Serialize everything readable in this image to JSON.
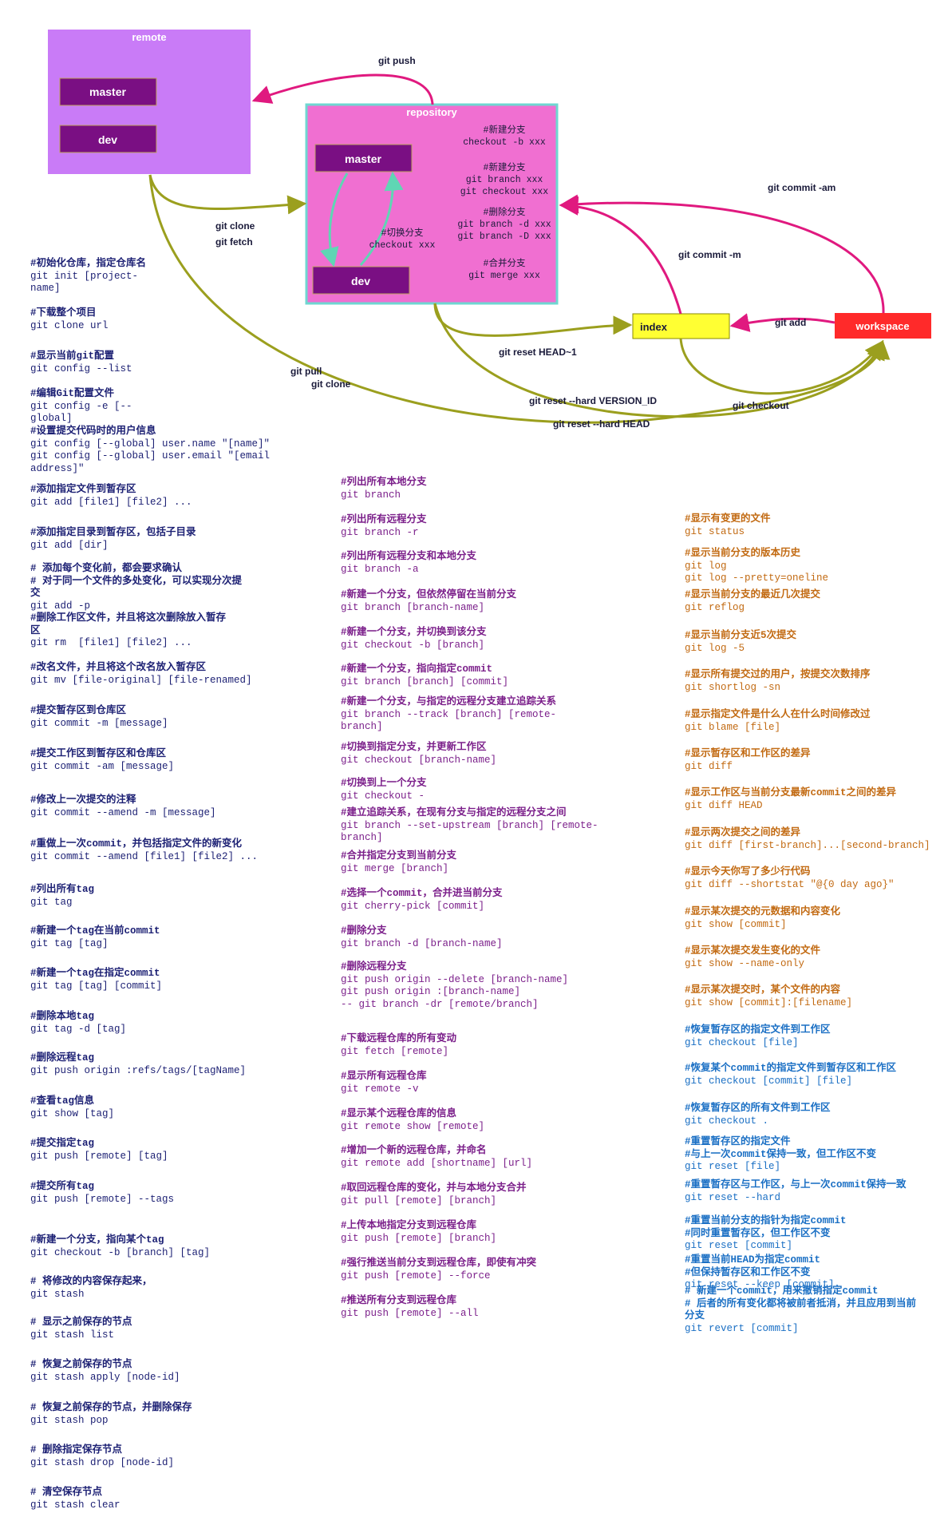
{
  "colors": {
    "remote": "#c97bf7",
    "repository": "#f06fd1",
    "repository_border": "#6fd7d1",
    "branch_box": "#7a0f83",
    "index": "#ffff33",
    "workspace": "#ff2a2a",
    "magenta_arrow": "#e0197f",
    "olive_arrow": "#9b9f1e",
    "teal_arrow": "#5fd6b4"
  },
  "diagram": {
    "remote": {
      "title": "remote",
      "branches": [
        "master",
        "dev"
      ]
    },
    "repository": {
      "title": "repository",
      "branches": [
        "master",
        "dev"
      ],
      "switch_note": [
        "#切换分支",
        "checkout xxx"
      ],
      "notes": [
        [
          "#新建分支",
          "checkout -b xxx"
        ],
        [
          "#新建分支",
          "git branch xxx",
          "git checkout xxx"
        ],
        [
          "#删除分支",
          "git branch -d xxx",
          "git branch -D xxx"
        ],
        [
          "#合并分支",
          "git merge xxx"
        ]
      ]
    },
    "index": "index",
    "workspace": "workspace",
    "arrows": {
      "push": "git push",
      "clone": "git clone",
      "fetch": "git fetch",
      "commit_am": "git commit -am",
      "commit_m": "git commit -m",
      "add": "git add",
      "reset_head1": "git reset HEAD~1",
      "pull": "git pull",
      "clone2": "git clone",
      "reset_version": "git reset  --hard VERSION_ID",
      "reset_head": "git reset  --hard HEAD",
      "checkout": "git checkout"
    }
  },
  "columns": {
    "col1": [
      [
        "#初始化仓库，指定仓库名",
        "git init [project-\nname]"
      ],
      [
        "#下载整个项目",
        "git clone url"
      ],
      [
        "#显示当前git配置",
        "git config --list"
      ],
      [
        "#编辑Git配置文件",
        "git config -e [--\nglobal]"
      ],
      [
        "#设置提交代码时的用户信息",
        "git config [--global] user.name \"[name]\"\ngit config [--global] user.email \"[email\naddress]\""
      ],
      [
        "#添加指定文件到暂存区",
        "git add [file1] [file2] ..."
      ],
      [
        "#添加指定目录到暂存区，包括子目录",
        "git add [dir]"
      ],
      [
        "# 添加每个变化前，都会要求确认\n# 对于同一个文件的多处变化，可以实现分次提\n交",
        "git add -p"
      ],
      [
        "#删除工作区文件，并且将这次删除放入暂存\n区",
        "git rm  [file1] [file2] ..."
      ],
      [
        "#改名文件，并且将这个改名放入暂存区",
        "git mv [file-original] [file-renamed]"
      ],
      [
        "#提交暂存区到仓库区",
        "git commit -m [message]"
      ],
      [
        "#提交工作区到暂存区和仓库区",
        "git commit -am [message]"
      ],
      [
        "#修改上一次提交的注释",
        "git commit --amend -m [message]"
      ],
      [
        "#重做上一次commit，并包括指定文件的新变化",
        "git commit --amend [file1] [file2] ..."
      ],
      [
        "#列出所有tag",
        "git tag"
      ],
      [
        "#新建一个tag在当前commit",
        "git tag [tag]"
      ],
      [
        "#新建一个tag在指定commit",
        "git tag [tag] [commit]"
      ],
      [
        "#删除本地tag",
        "git tag -d [tag]"
      ],
      [
        "#删除远程tag",
        "git push origin :refs/tags/[tagName]"
      ],
      [
        "#查看tag信息",
        "git show [tag]"
      ],
      [
        "#提交指定tag",
        "git push [remote] [tag]"
      ],
      [
        "#提交所有tag",
        "git push [remote] --tags"
      ],
      [
        "#新建一个分支，指向某个tag",
        "git checkout -b [branch] [tag]"
      ],
      [
        "# 将修改的内容保存起来，",
        "git stash"
      ],
      [
        "# 显示之前保存的节点",
        "git stash list"
      ],
      [
        "# 恢复之前保存的节点",
        "git stash apply [node-id]"
      ],
      [
        "# 恢复之前保存的节点，并删除保存",
        "git stash pop"
      ],
      [
        "# 删除指定保存节点",
        "git stash drop [node-id]"
      ],
      [
        "# 清空保存节点",
        "git stash clear"
      ]
    ],
    "col2": [
      [
        "#列出所有本地分支",
        "git branch"
      ],
      [
        "#列出所有远程分支",
        "git branch -r"
      ],
      [
        "#列出所有远程分支和本地分支",
        "git branch -a"
      ],
      [
        "#新建一个分支，但依然停留在当前分支",
        "git branch [branch-name]"
      ],
      [
        "#新建一个分支，并切换到该分支",
        "git checkout -b [branch]"
      ],
      [
        "#新建一个分支，指向指定commit",
        "git branch [branch] [commit]"
      ],
      [
        "#新建一个分支，与指定的远程分支建立追踪关系",
        "git branch --track [branch] [remote-\nbranch]"
      ],
      [
        "#切换到指定分支，并更新工作区",
        "git checkout [branch-name]"
      ],
      [
        "#切换到上一个分支",
        "git checkout -"
      ],
      [
        "#建立追踪关系，在现有分支与指定的远程分支之间",
        "git branch --set-upstream [branch] [remote-\nbranch]"
      ],
      [
        "#合并指定分支到当前分支",
        "git merge [branch]"
      ],
      [
        "#选择一个commit，合并进当前分支",
        "git cherry-pick [commit]"
      ],
      [
        "#删除分支",
        "git branch -d [branch-name]"
      ],
      [
        "#删除远程分支",
        "git push origin --delete [branch-name]\ngit push origin :[branch-name]\n-- git branch -dr [remote/branch]"
      ],
      [
        "#下载远程仓库的所有变动",
        "git fetch [remote]"
      ],
      [
        "#显示所有远程仓库",
        "git remote -v"
      ],
      [
        "#显示某个远程仓库的信息",
        "git remote show [remote]"
      ],
      [
        "#增加一个新的远程仓库，并命名",
        "git remote add [shortname] [url]"
      ],
      [
        "#取回远程仓库的变化，并与本地分支合并",
        "git pull [remote] [branch]"
      ],
      [
        "#上传本地指定分支到远程仓库",
        "git push [remote] [branch]"
      ],
      [
        "#强行推送当前分支到远程仓库，即使有冲突",
        "git push [remote] --force"
      ],
      [
        "#推送所有分支到远程仓库",
        "git push [remote] --all"
      ]
    ],
    "col3_orange": [
      [
        "#显示有变更的文件",
        "git status"
      ],
      [
        "#显示当前分支的版本历史",
        "git log\ngit log --pretty=oneline"
      ],
      [
        "#显示当前分支的最近几次提交",
        "git reflog"
      ],
      [
        "#显示当前分支近5次提交",
        "git log -5"
      ],
      [
        "#显示所有提交过的用户，按提交次数排序",
        "git shortlog -sn"
      ],
      [
        "#显示指定文件是什么人在什么时间修改过",
        "git blame [file]"
      ],
      [
        "#显示暂存区和工作区的差异",
        "git diff"
      ],
      [
        "#显示工作区与当前分支最新commit之间的差异",
        "git diff HEAD"
      ],
      [
        "#显示两次提交之间的差异",
        "git diff [first-branch]...[second-branch]"
      ],
      [
        "#显示今天你写了多少行代码",
        "git diff --shortstat \"@{0 day ago}\""
      ],
      [
        "#显示某次提交的元数据和内容变化",
        "git show [commit]"
      ],
      [
        "#显示某次提交发生变化的文件",
        "git show --name-only"
      ],
      [
        "#显示某次提交时，某个文件的内容",
        "git show [commit]:[filename]"
      ]
    ],
    "col3_blue": [
      [
        "#恢复暂存区的指定文件到工作区",
        "git checkout [file]"
      ],
      [
        "#恢复某个commit的指定文件到暂存区和工作区",
        "git checkout [commit] [file]"
      ],
      [
        "#恢复暂存区的所有文件到工作区",
        "git checkout ."
      ],
      [
        "#重置暂存区的指定文件\n#与上一次commit保持一致，但工作区不变",
        "git reset [file]"
      ],
      [
        "#重置暂存区与工作区，与上一次commit保持一致",
        "git reset --hard"
      ],
      [
        "#重置当前分支的指针为指定commit\n#同时重置暂存区，但工作区不变",
        "git reset [commit]"
      ],
      [
        "#重置当前HEAD为指定commit\n#但保持暂存区和工作区不变",
        "git reset --keep [commit]"
      ],
      [
        "# 新建一个commit，用来撤销指定commit\n# 后者的所有变化都将被前者抵消，并且应用到当前\n分支",
        "git revert [commit]"
      ]
    ]
  }
}
